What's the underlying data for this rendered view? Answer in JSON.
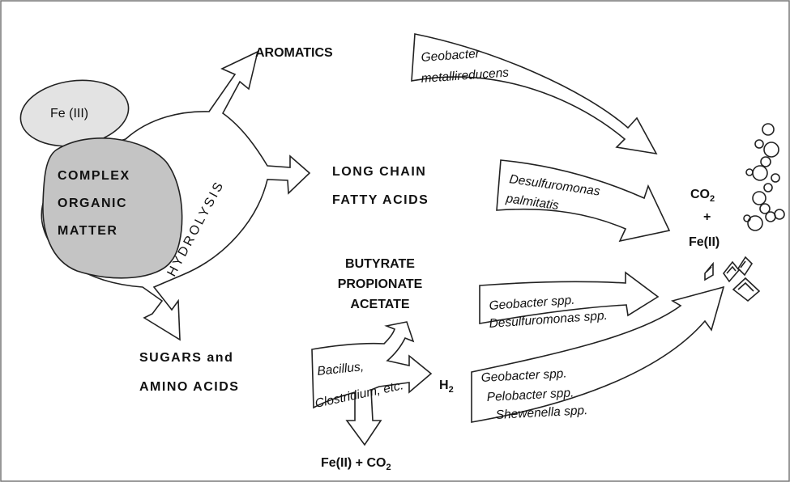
{
  "labels": {
    "fe3": "Fe (III)",
    "complex_1": "COMPLEX",
    "complex_2": "ORGANIC",
    "complex_3": "MATTER",
    "hydrolysis": "HYDROLYSIS",
    "aromatics": "AROMATICS",
    "lcfa_1": "LONG CHAIN",
    "lcfa_2": "FATTY ACIDS",
    "vfa_1": "BUTYRATE",
    "vfa_2": "PROPIONATE",
    "vfa_3": "ACETATE",
    "sugars_1": "SUGARS and",
    "sugars_2": "AMINO ACIDS",
    "h2": "H",
    "h2_sub": "2",
    "ferm_products": "Fe(II) + CO",
    "ferm_products_sub": "2",
    "co2": "CO",
    "co2_sub": "2",
    "plus": "+",
    "fe2": "Fe(II)"
  },
  "organisms": {
    "aromatics_1": "Geobacter",
    "aromatics_2": "metallireducens",
    "lcfa_1": "Desulfuromonas",
    "lcfa_2": "palmitatis",
    "vfa_1": "Geobacter spp.",
    "vfa_2": "Desulfuromonas spp.",
    "h2_1": "Geobacter spp.",
    "h2_2": "Pelobacter spp.",
    "h2_3": "Shewenella spp.",
    "ferm_1": "Bacillus,",
    "ferm_2": "Clostridium, etc."
  },
  "icons": [
    "gas-bubble-icon",
    "mineral-crystal-icon"
  ]
}
